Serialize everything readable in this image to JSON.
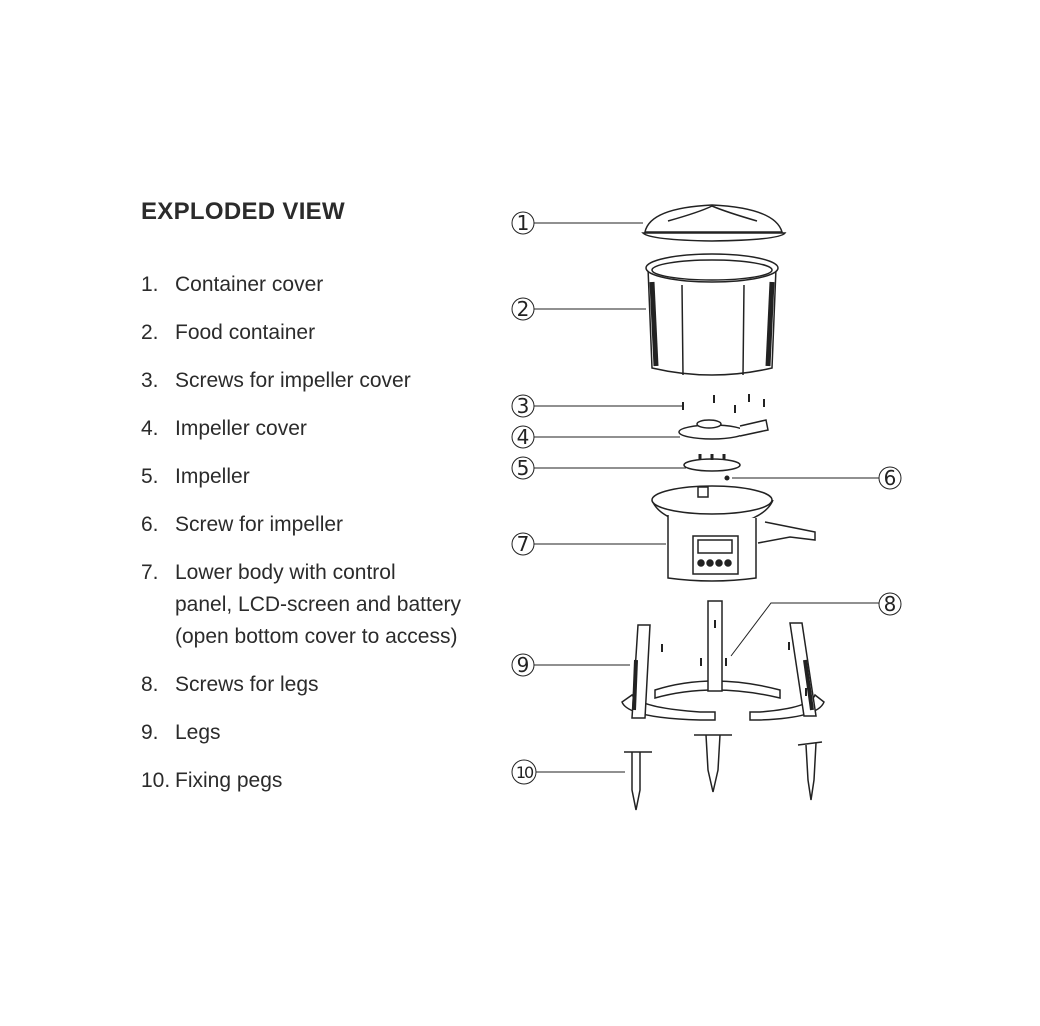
{
  "title": "EXPLODED VIEW",
  "parts": [
    {
      "num": "1.",
      "label": "Container cover",
      "callout": "1"
    },
    {
      "num": "2.",
      "label": "Food container",
      "callout": "2"
    },
    {
      "num": "3.",
      "label": "Screws for impeller cover",
      "callout": "3"
    },
    {
      "num": "4.",
      "label": "Impeller cover",
      "callout": "4"
    },
    {
      "num": "5.",
      "label": "Impeller",
      "callout": "5"
    },
    {
      "num": "6.",
      "label": "Screw for impeller",
      "callout": "6"
    },
    {
      "num": "7.",
      "label": "Lower body with control\npanel, LCD-screen and battery\n(open bottom cover to access)",
      "callout": "7"
    },
    {
      "num": "8.",
      "label": "Screws for legs",
      "callout": "8"
    },
    {
      "num": "9.",
      "label": "Legs",
      "callout": "9"
    },
    {
      "num": "10.",
      "label": "Fixing pegs",
      "callout": "10"
    }
  ]
}
